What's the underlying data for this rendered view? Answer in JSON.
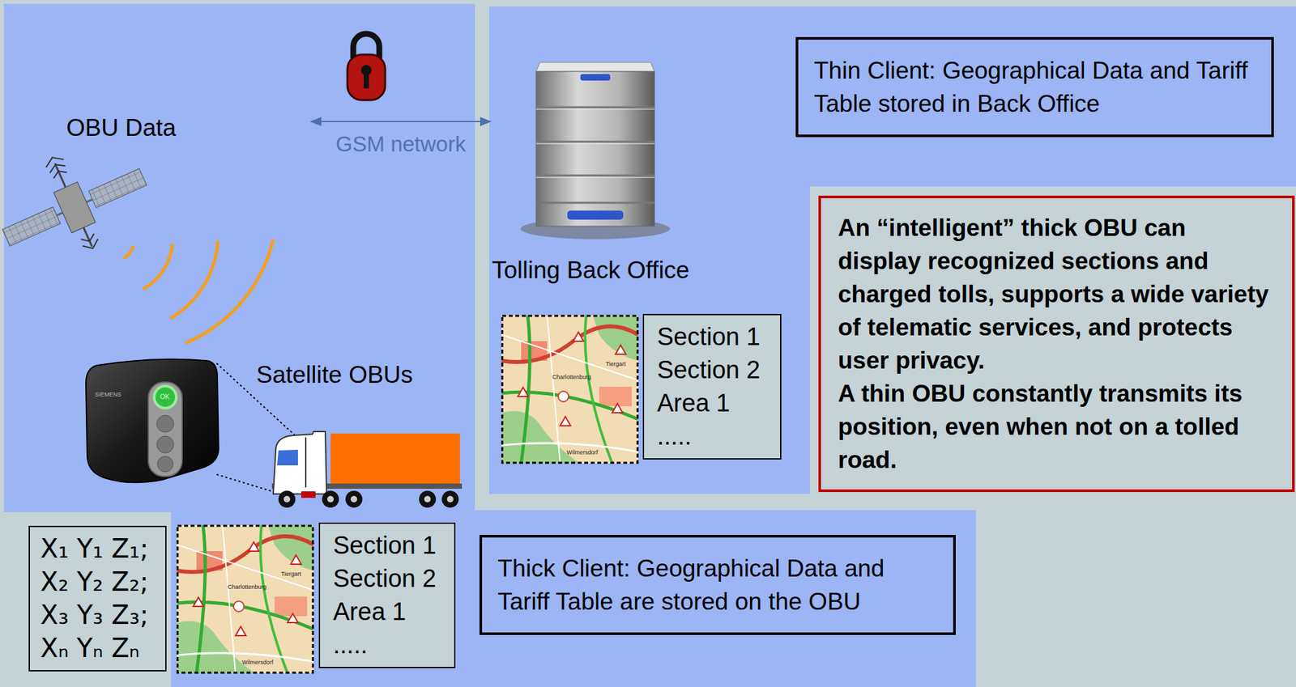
{
  "diagram": {
    "nodes": [
      {
        "text": [
          "OBU Data"
        ]
      },
      {
        "text": [
          "Tolling Back Office"
        ]
      },
      {
        "text": [
          "Thin Client: Geographical Data and Tariff Table stored in Back Office"
        ]
      },
      {
        "text": [
          "An “intelligent” thick OBU can display recognized sections and charged tolls, supports a wide variety of telematic services, and protects user privacy.",
          "A thin OBU constantly transmits its position, even when not on a tolled road."
        ]
      },
      {
        "text": [
          "Section 1",
          "Section 2",
          "Area 1",
          "....."
        ]
      },
      {
        "text": [
          "X₁ Y₁ Z₁;",
          "X₂ Y₂ Z₂;",
          "X₃ Y₃ Z₃;",
          "Xₙ Yₙ Zₙ"
        ]
      },
      {
        "text": [
          "Section 1",
          "Section 2",
          "Area 1",
          "....."
        ]
      },
      {
        "text": [
          "Thick Client: Geographical Data and Tariff Table are stored on the OBU"
        ]
      }
    ],
    "edges": [
      {
        "from": 0,
        "to": 1,
        "label": "GSM network",
        "arrow": "both"
      }
    ],
    "labels": [
      "Satellite OBUs",
      "SIEMENS",
      "OK",
      "Charlottenburg",
      "Tiergart",
      "Wilmersdorf",
      "Charlottenburg",
      "Tiergart",
      "Wilmersdorf"
    ]
  }
}
